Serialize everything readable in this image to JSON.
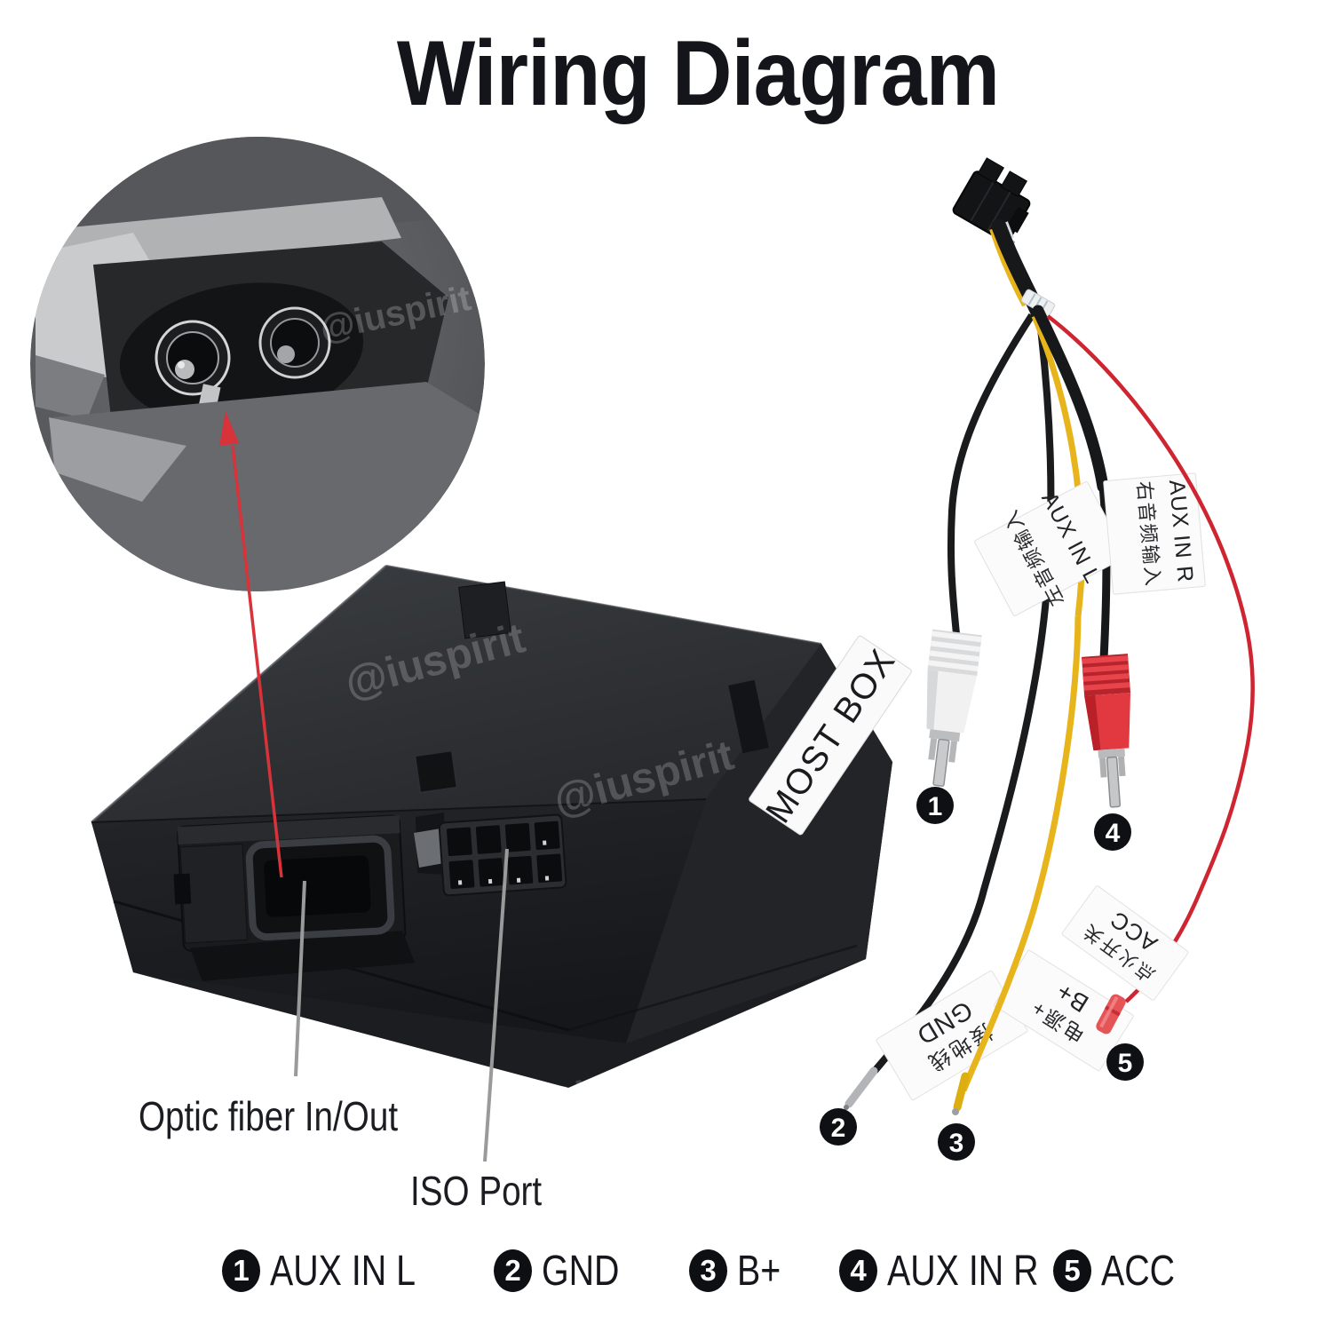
{
  "title": "Wiring Diagram",
  "watermark": {
    "brand": "@iuspirit"
  },
  "device": {
    "label": "MOST BOX"
  },
  "callouts": {
    "optic_fiber": "Optic fiber In/Out",
    "iso_port": "ISO Port"
  },
  "harness": {
    "tags": {
      "aux_in_l": {
        "cn": "左音频输入",
        "en": "AUX IN L"
      },
      "aux_in_r": {
        "cn": "右音频输入",
        "en": "AUX IN R"
      },
      "gnd": {
        "cn": "接地线",
        "en": "GND"
      },
      "b_plus": {
        "cn": "电源+",
        "en": "B+"
      },
      "acc": {
        "cn": "点火开关",
        "en": "ACC"
      }
    },
    "badges": [
      "1",
      "2",
      "3",
      "4",
      "5"
    ]
  },
  "legend": {
    "items": [
      {
        "num": "1",
        "label": "AUX IN L"
      },
      {
        "num": "2",
        "label": "GND"
      },
      {
        "num": "3",
        "label": "B+"
      },
      {
        "num": "4",
        "label": "AUX IN R"
      },
      {
        "num": "5",
        "label": "ACC"
      }
    ]
  },
  "colors": {
    "accent_red": "#d8323a",
    "wire_yellow": "#e8b41c",
    "wire_red": "#ce2531",
    "rca_red": "#e0383f",
    "callout_gray": "#9a9a9a",
    "badge_black": "#0e1013"
  }
}
